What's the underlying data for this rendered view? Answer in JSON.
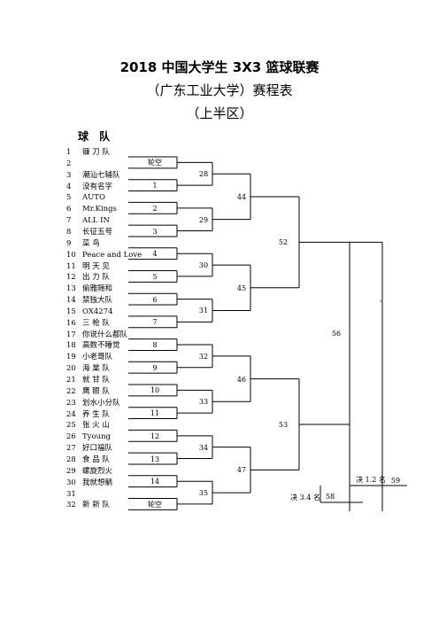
{
  "title": {
    "line1": "2018 中国大学生 3X3 篮球联赛",
    "line2": "（广东工业大学）赛程表",
    "line3": "（上半区）"
  },
  "header": "球 队",
  "teams": [
    {
      "num": "1",
      "name": "镰 刀 队"
    },
    {
      "num": "2",
      "name": ""
    },
    {
      "num": "3",
      "name": "潮汕七辅队"
    },
    {
      "num": "4",
      "name": "没有名字"
    },
    {
      "num": "5",
      "name": "AUTO"
    },
    {
      "num": "6",
      "name": "Mr.Kings"
    },
    {
      "num": "7",
      "name": "ALL  IN"
    },
    {
      "num": "8",
      "name": "长征五号"
    },
    {
      "num": "9",
      "name": "菜   鸟"
    },
    {
      "num": "10",
      "name": "Peace and Love"
    },
    {
      "num": "11",
      "name": "明 天 见"
    },
    {
      "num": "12",
      "name": "出 力 队"
    },
    {
      "num": "13",
      "name": "偷雅随和"
    },
    {
      "num": "14",
      "name": "禁独大队"
    },
    {
      "num": "15",
      "name": "OX4274"
    },
    {
      "num": "16",
      "name": "三 枪 队"
    },
    {
      "num": "17",
      "name": "你说什么都队"
    },
    {
      "num": "18",
      "name": "高数不睡觉"
    },
    {
      "num": "19",
      "name": "小老哥队"
    },
    {
      "num": "20",
      "name": "海 棠 队"
    },
    {
      "num": "21",
      "name": "就 甘 队"
    },
    {
      "num": "22",
      "name": "鹰 眼 队"
    },
    {
      "num": "23",
      "name": "划水小分队"
    },
    {
      "num": "24",
      "name": "养 生 队"
    },
    {
      "num": "25",
      "name": "张 火 山"
    },
    {
      "num": "26",
      "name": "Tyoung"
    },
    {
      "num": "27",
      "name": "好口福队"
    },
    {
      "num": "28",
      "name": "食 品 队"
    },
    {
      "num": "29",
      "name": "螺旋烈火"
    },
    {
      "num": "30",
      "name": "我就想躺"
    },
    {
      "num": "31",
      "name": ""
    },
    {
      "num": "32",
      "name": "新 新 队"
    }
  ],
  "round1": [
    "轮空",
    "1",
    "2",
    "3",
    "4",
    "5",
    "6",
    "7",
    "8",
    "9",
    "10",
    "11",
    "12",
    "13",
    "14",
    "轮空"
  ],
  "round2": [
    "28",
    "29",
    "30",
    "31",
    "32",
    "33",
    "34",
    "35"
  ],
  "round3": [
    "44",
    "45",
    "46",
    "47"
  ],
  "round4": [
    "52",
    "53"
  ],
  "semi": "56",
  "third_place_label": "决 3.4 名",
  "third_place_game": "58",
  "final_label": "决 1.2 名",
  "final_game": "59"
}
